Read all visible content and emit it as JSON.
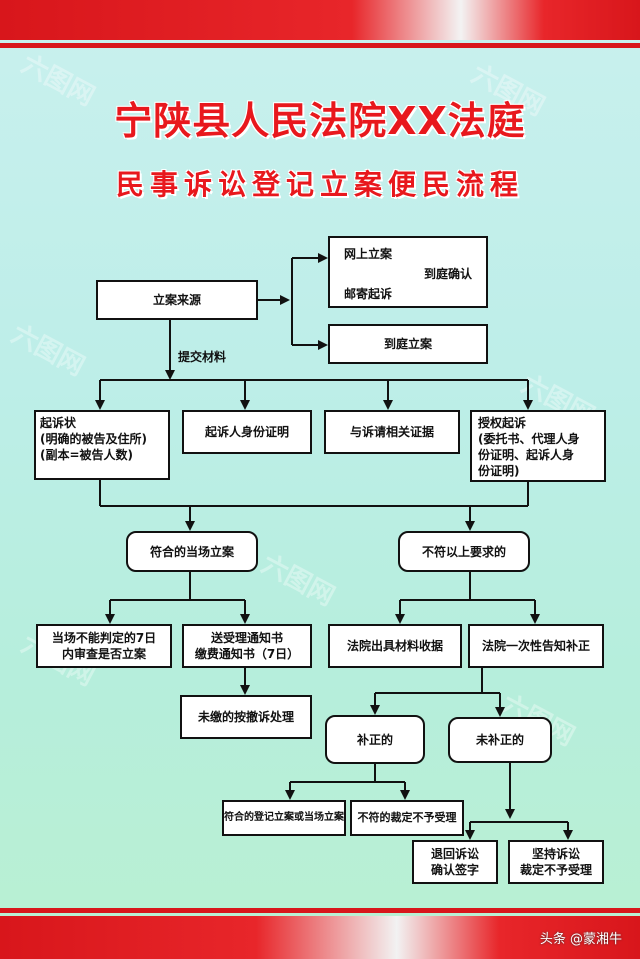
{
  "title": "宁陕县人民法院XX法庭",
  "subtitle": "民事诉讼登记立案便民流程",
  "nodes": {
    "source": "立案来源",
    "online": "网上立案",
    "mail": "邮寄起诉",
    "confirm": "到庭确认",
    "court_file": "到庭立案",
    "submit": "提交材料",
    "complaint": "起诉状\n(明确的被告及住所)\n(副本=被告人数)",
    "identity": "起诉人身份证明",
    "evidence": "与诉请相关证据",
    "authorize": "授权起诉\n(委托书、代理人身\n份证明、起诉人身\n份证明)",
    "qualified": "符合的当场立案",
    "unqualified": "不符以上要求的",
    "seven_days": "当场不能判定的7日\n内审查是否立案",
    "notice": "送受理通知书\n缴费通知书（7日）",
    "unpaid": "未缴的按撤诉处理",
    "receipt": "法院出具材料收据",
    "inform": "法院一次性告知补正",
    "corrected": "补正的",
    "not_corrected": "未补正的",
    "register": "符合的登记立案或当场立案",
    "reject_nonconform": "不符的裁定不予受理",
    "withdraw": "退回诉讼\n确认签字",
    "persist": "坚持诉讼\n裁定不予受理"
  },
  "watermark_text": "头条 @蒙湘牛",
  "bg_watermark": "六图网"
}
